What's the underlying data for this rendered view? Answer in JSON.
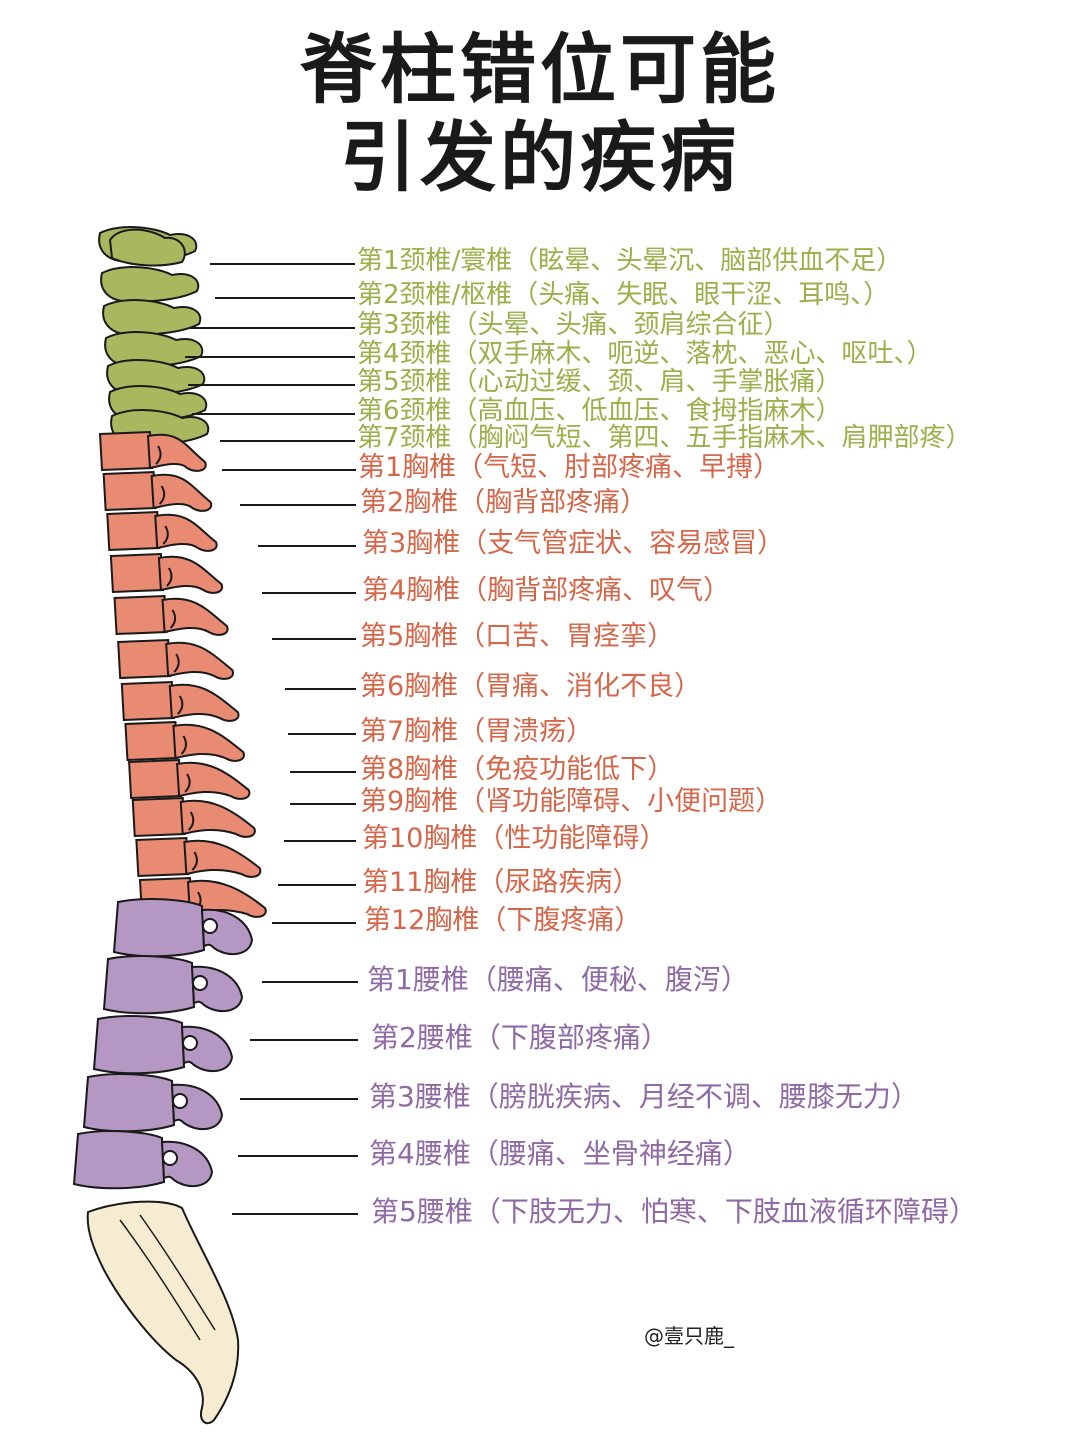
{
  "title": {
    "line1": "脊柱错位可能",
    "line2": "引发的疾病"
  },
  "colors": {
    "cervical": "#a9b85f",
    "thoracic": "#e98a72",
    "lumbar": "#b597c4",
    "sacrum": "#f6ecd1",
    "outline": "#1a1a1a",
    "cervical_text": "#9ab04a",
    "thoracic_text": "#d4674a",
    "lumbar_text": "#8f6aa4"
  },
  "vertebrae": {
    "cervical": [
      "第1颈椎/寰椎（眩晕、头晕沉、脑部供血不足）",
      "第2颈椎/枢椎（头痛、失眠、眼干涩、耳鸣、）",
      "第3颈椎（头晕、头痛、颈肩综合征）",
      "第4颈椎（双手麻木、呃逆、落枕、恶心、呕吐、）",
      "第5颈椎（心动过缓、颈、肩、手掌胀痛）",
      "第6颈椎（高血压、低血压、食拇指麻木）",
      "第7颈椎（胸闷气短、第四、五手指麻木、肩胛部疼）"
    ],
    "thoracic": [
      "第1胸椎（气短、肘部疼痛、早搏）",
      "第2胸椎（胸背部疼痛）",
      "第3胸椎（支气管症状、容易感冒）",
      "第4胸椎（胸背部疼痛、叹气）",
      "第5胸椎（口苦、胃痉挛）",
      "第6胸椎（胃痛、消化不良）",
      "第7胸椎（胃溃疡）",
      "第8胸椎（免疫功能低下）",
      "第9胸椎（肾功能障碍、小便问题）",
      "第10胸椎（性功能障碍）",
      "第11胸椎（尿路疾病）",
      "第12胸椎（下腹疼痛）"
    ],
    "lumbar": [
      "第1腰椎（腰痛、便秘、腹泻）",
      "第2腰椎（下腹部疼痛）",
      "第3腰椎（膀胱疾病、月经不调、腰膝无力）",
      "第4腰椎（腰痛、坐骨神经痛）",
      "第5腰椎（下肢无力、怕寒、下肢血液循环障碍）"
    ]
  },
  "watermark": "@壹只鹿_"
}
